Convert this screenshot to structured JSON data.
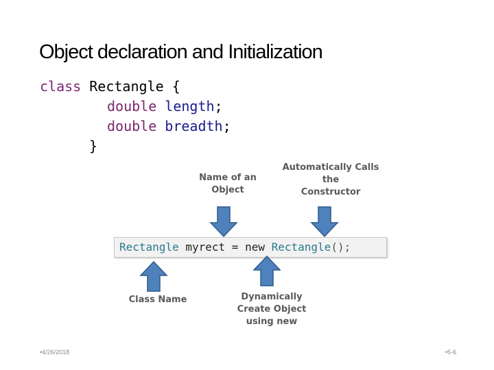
{
  "title": "Object declaration and Initialization",
  "class_code": {
    "line1": {
      "keyword": "class",
      "name": "Rectangle",
      "brace": "{"
    },
    "line2": {
      "type": "double",
      "field": "length",
      "semicolon": ";"
    },
    "line3": {
      "type": "double",
      "field": "breadth",
      "semicolon": ";"
    },
    "line4": {
      "brace": "}"
    }
  },
  "statement": {
    "class_name": "Rectangle",
    "object_name": "myrect",
    "equals": "=",
    "new_keyword": "new",
    "constructor": "Rectangle",
    "tail": "();"
  },
  "callouts": {
    "name_of_object": [
      "Name of an",
      "Object"
    ],
    "calls_constructor": [
      "Automatically Calls",
      "the",
      "Constructor"
    ],
    "class_name": [
      "Class Name"
    ],
    "dynamic_create": [
      "Dynamically",
      "Create Object",
      "using new"
    ]
  },
  "colors": {
    "arrow_fill": "#4f81bd",
    "arrow_stroke": "#2e5a8a",
    "keyword": "#7b2670",
    "identifier": "#1a1a8c",
    "callout_text": "#595959"
  },
  "footer": {
    "date": "•4/26/2018",
    "page": "•5-6"
  }
}
